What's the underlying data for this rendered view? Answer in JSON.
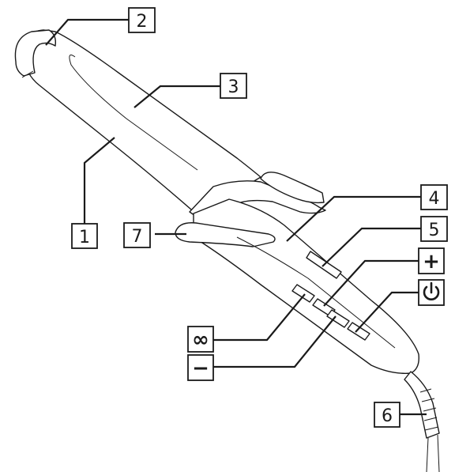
{
  "diagram": {
    "callouts": [
      {
        "id": "1",
        "label": "1"
      },
      {
        "id": "2",
        "label": "2"
      },
      {
        "id": "3",
        "label": "3"
      },
      {
        "id": "4",
        "label": "4"
      },
      {
        "id": "5",
        "label": "5"
      },
      {
        "id": "6",
        "label": "6"
      },
      {
        "id": "7",
        "label": "7"
      }
    ],
    "symbols": [
      {
        "id": "infinity",
        "label": "∞",
        "icon": "infinity-icon"
      },
      {
        "id": "minus",
        "label": "−",
        "icon": "minus-icon"
      },
      {
        "id": "plus",
        "label": "+",
        "icon": "plus-icon"
      },
      {
        "id": "power",
        "label": "",
        "icon": "power-icon"
      }
    ],
    "colors": {
      "line": "#1a1a1a",
      "background": "#ffffff"
    }
  }
}
